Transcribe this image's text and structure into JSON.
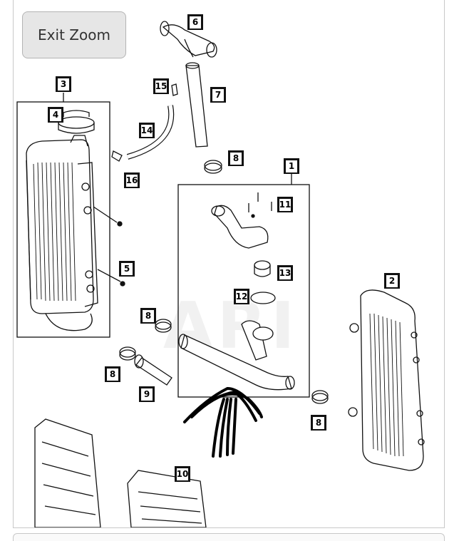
{
  "exit_zoom_label": "Exit Zoom",
  "watermark": "ARI",
  "callouts": {
    "c1": "1",
    "c2": "2",
    "c3": "3",
    "c4": "4",
    "c5": "5",
    "c6": "6",
    "c7": "7",
    "c8a": "8",
    "c8b": "8",
    "c8c": "8",
    "c8d": "8",
    "c9": "9",
    "c10": "10",
    "c11": "11",
    "c12": "12",
    "c13": "13",
    "c14": "14",
    "c15": "15",
    "c16": "16"
  },
  "colors": {
    "line": "#111111",
    "frame": "#c8c8c8",
    "button_bg": "#e6e6e6"
  }
}
